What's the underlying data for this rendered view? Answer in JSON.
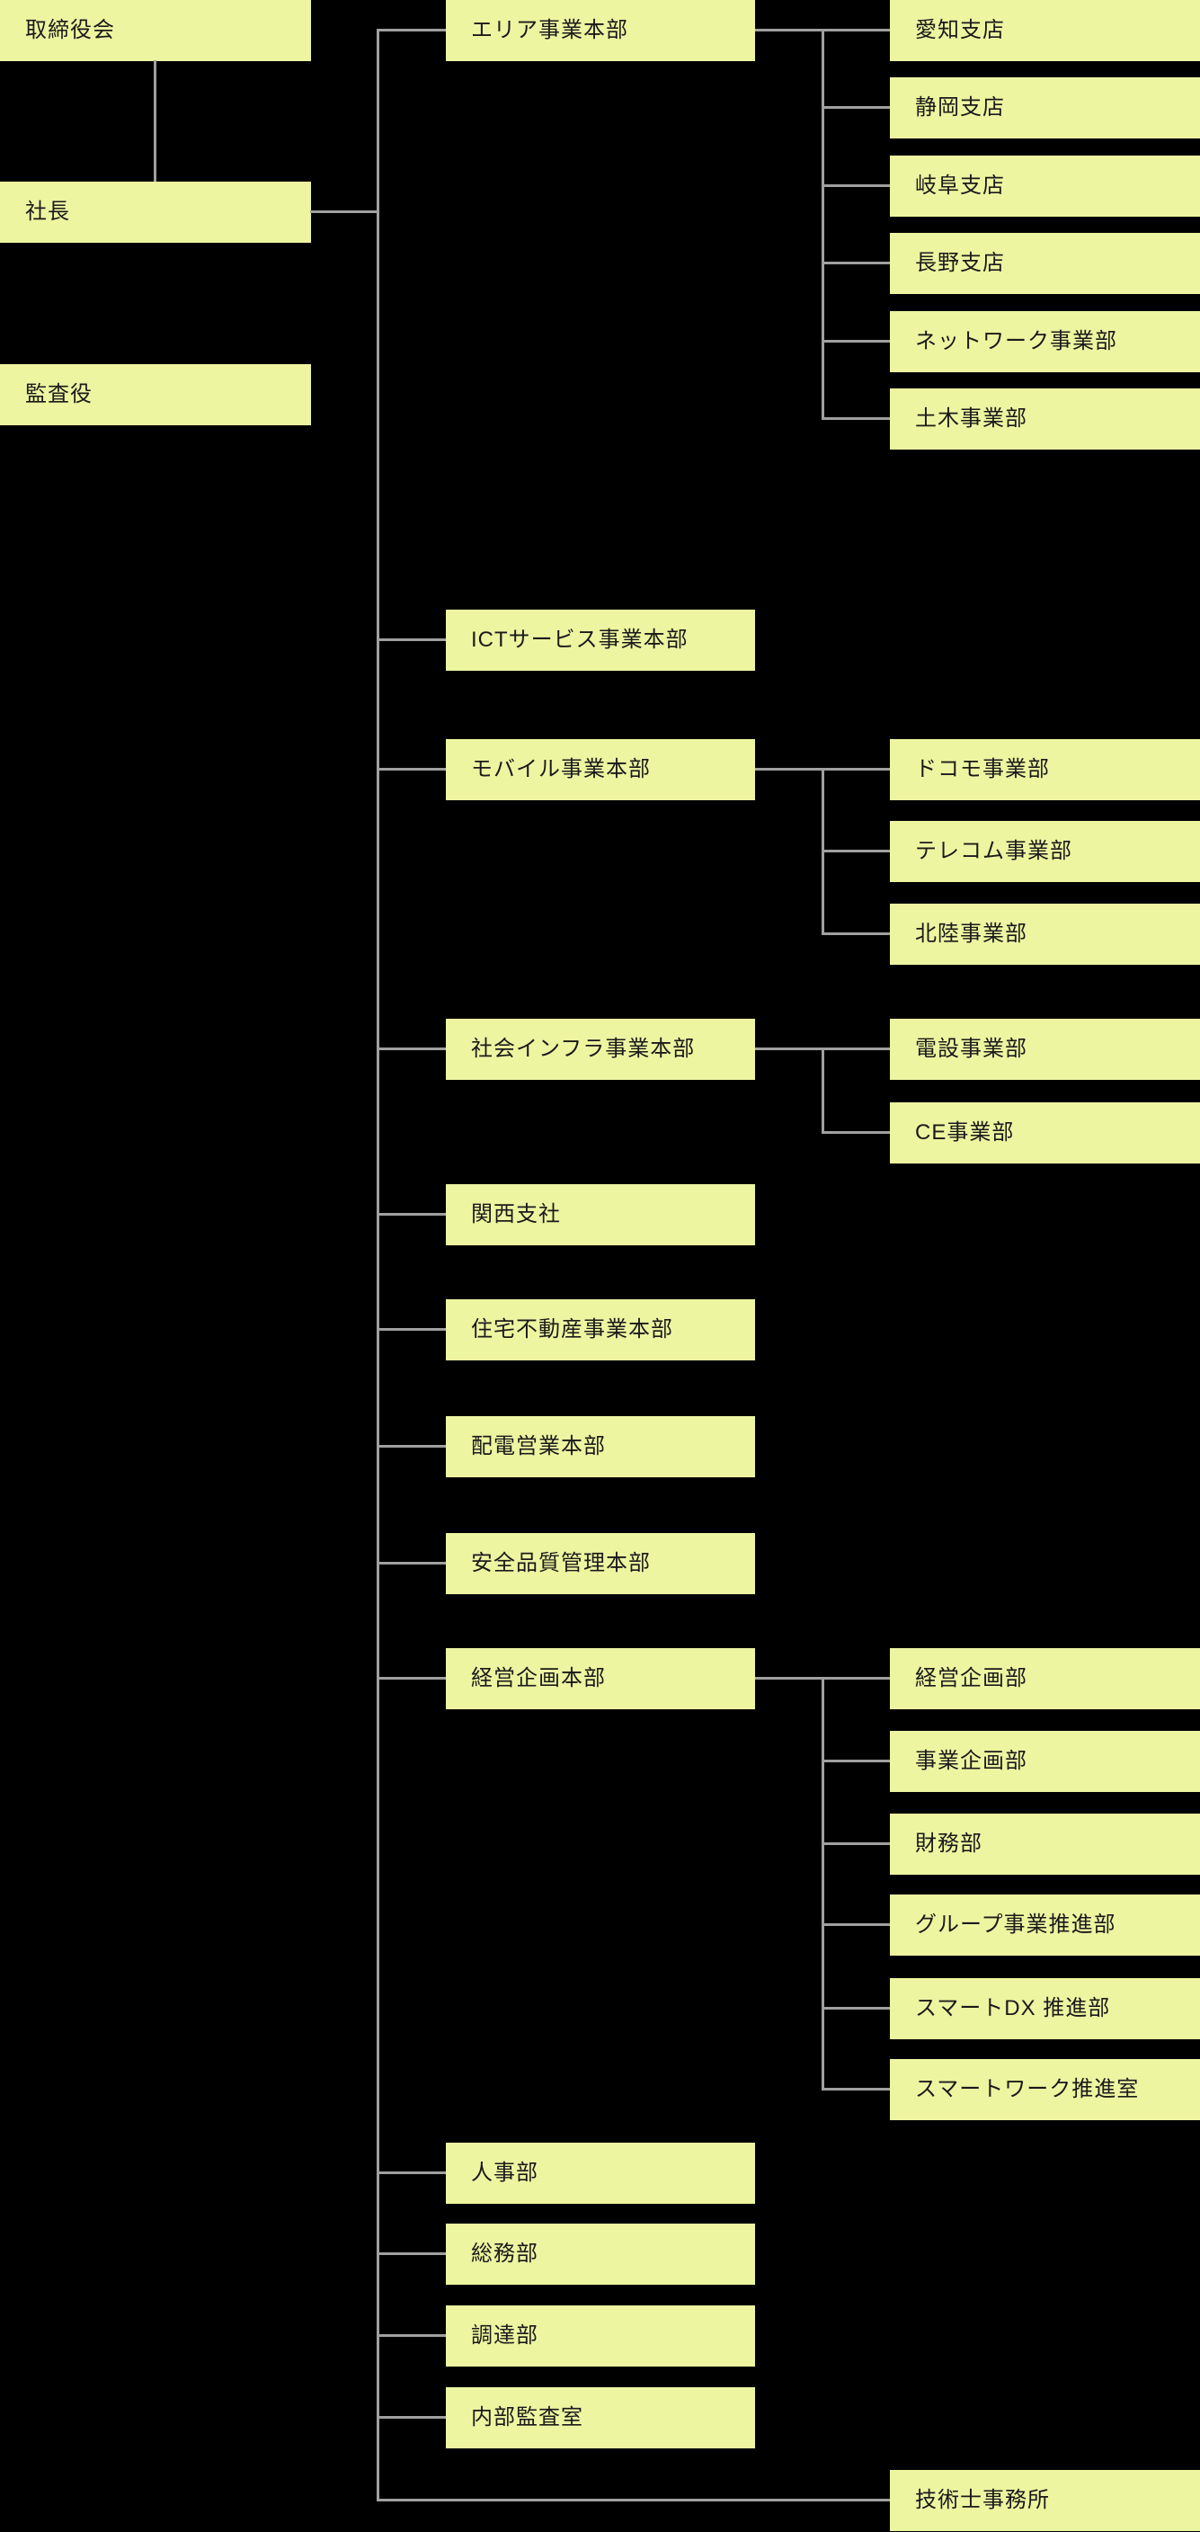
{
  "colors": {
    "background": "#000000",
    "box_fill": "#edf5a1",
    "line": "#a0a0a0",
    "text": "#1a1a1a"
  },
  "org_chart": {
    "governance": {
      "board": "取締役会",
      "president": "社長",
      "auditor": "監査役"
    },
    "divisions": [
      {
        "label": "エリア事業本部",
        "children": [
          "愛知支店",
          "静岡支店",
          "岐阜支店",
          "長野支店",
          "ネットワーク事業部",
          "土木事業部"
        ]
      },
      {
        "label": "ICTサービス事業本部",
        "children": []
      },
      {
        "label": "モバイル事業本部",
        "children": [
          "ドコモ事業部",
          "テレコム事業部",
          "北陸事業部"
        ]
      },
      {
        "label": "社会インフラ事業本部",
        "children": [
          "電設事業部",
          "CE事業部"
        ]
      },
      {
        "label": "関西支社",
        "children": []
      },
      {
        "label": "住宅不動産事業本部",
        "children": []
      },
      {
        "label": "配電営業本部",
        "children": []
      },
      {
        "label": "安全品質管理本部",
        "children": []
      },
      {
        "label": "経営企画本部",
        "children": [
          "経営企画部",
          "事業企画部",
          "財務部",
          "グループ事業推進部",
          "スマートDX 推進部",
          "スマートワーク推進室"
        ]
      },
      {
        "label": "人事部",
        "children": []
      },
      {
        "label": "総務部",
        "children": []
      },
      {
        "label": "調達部",
        "children": []
      },
      {
        "label": "内部監査室",
        "children": []
      }
    ],
    "direct_office": "技術士事務所"
  }
}
